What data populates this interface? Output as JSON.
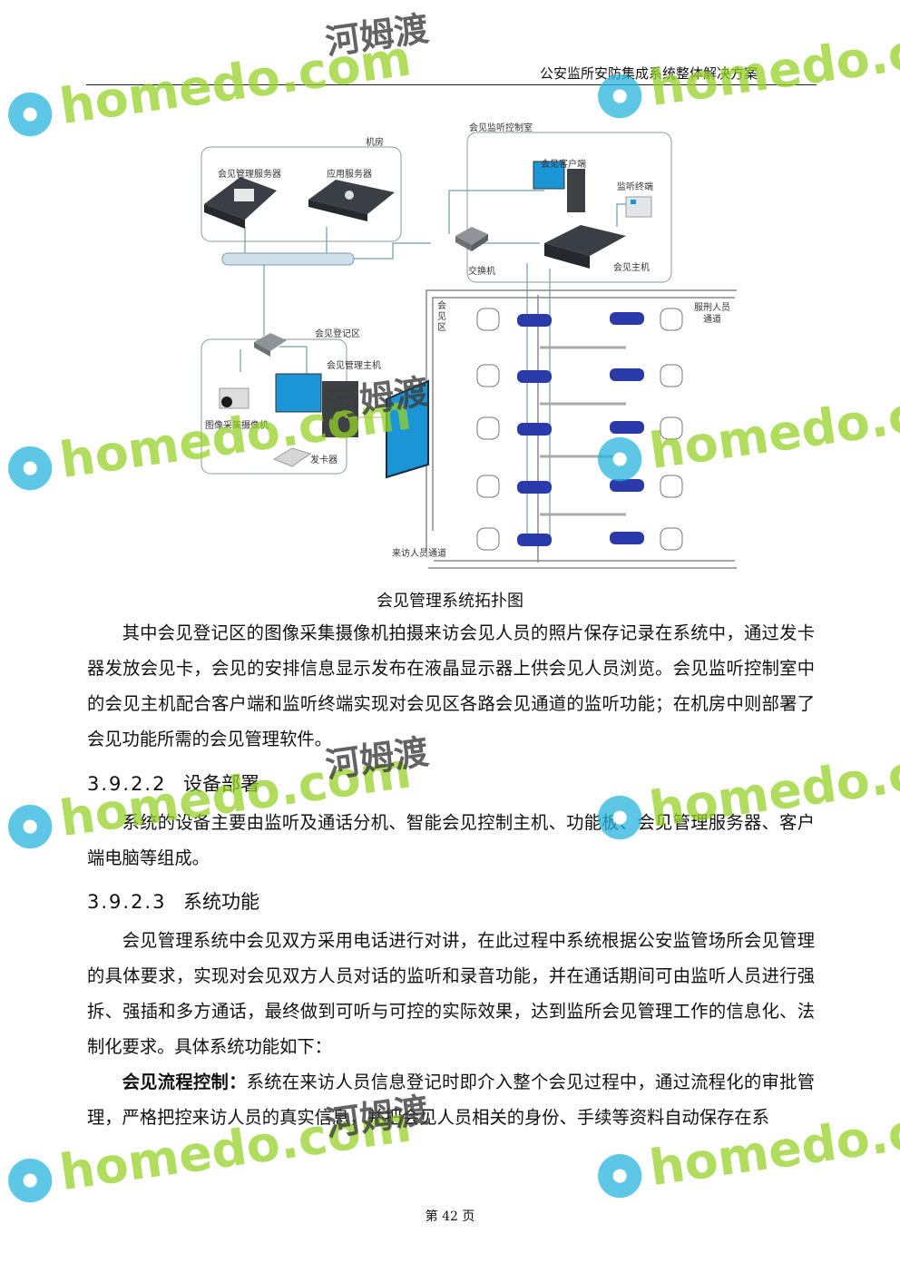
{
  "header": {
    "title": "公安监所安防集成系统整体解决方案"
  },
  "diagram": {
    "labels": {
      "server_room": "机房",
      "mgmt_server": "会见管理服务器",
      "app_server": "应用服务器",
      "control_room": "会见监听控制室",
      "client": "会见客户端",
      "monitor_terminal": "监听终端",
      "switch": "交换机",
      "host": "会见主机",
      "meeting_area": "会见区",
      "inmate_channel": "服刑人员通道",
      "register_area": "会见登记区",
      "mgmt_host": "会见管理主机",
      "camera": "图像采集摄像机",
      "card_issuer": "发卡器",
      "visitor_channel": "来访人员通道"
    },
    "caption": "会见管理系统拓扑图"
  },
  "body": {
    "p1": "其中会见登记区的图像采集摄像机拍摄来访会见人员的照片保存记录在系统中，通过发卡器发放会见卡，会见的安排信息显示发布在液晶显示器上供会见人员浏览。会见监听控制室中的会见主机配合客户端和监听终端实现对会见区各路会见通道的监听功能；在机房中则部署了会见功能所需的会见管理软件。",
    "h1_num": "3.9.2.2",
    "h1_title": "设备部署",
    "p2": "系统的设备主要由监听及通话分机、智能会见控制主机、功能板、会见管理服务器、客户端电脑等组成。",
    "h2_num": "3.9.2.3",
    "h2_title": "系统功能",
    "p3": "会见管理系统中会见双方采用电话进行对讲，在此过程中系统根据公安监管场所会见管理的具体要求，实现对会见双方人员对话的监听和录音功能，并在通话期间可由监听人员进行强拆、强插和多方通话，最终做到可听与可控的实际效果，达到监所会见管理工作的信息化、法制化要求。具体系统功能如下：",
    "p4_bold": "会见流程控制：",
    "p4": "系统在来访人员信息登记时即介入整个会见过程中，通过流程化的审批管理，严格把控来访人员的真实信息，并把会见人员相关的身份、手续等资料自动保存在系"
  },
  "footer": {
    "page": "第 42 页"
  },
  "watermark": {
    "brand": "homedo.com",
    "cn": "河姆渡"
  }
}
